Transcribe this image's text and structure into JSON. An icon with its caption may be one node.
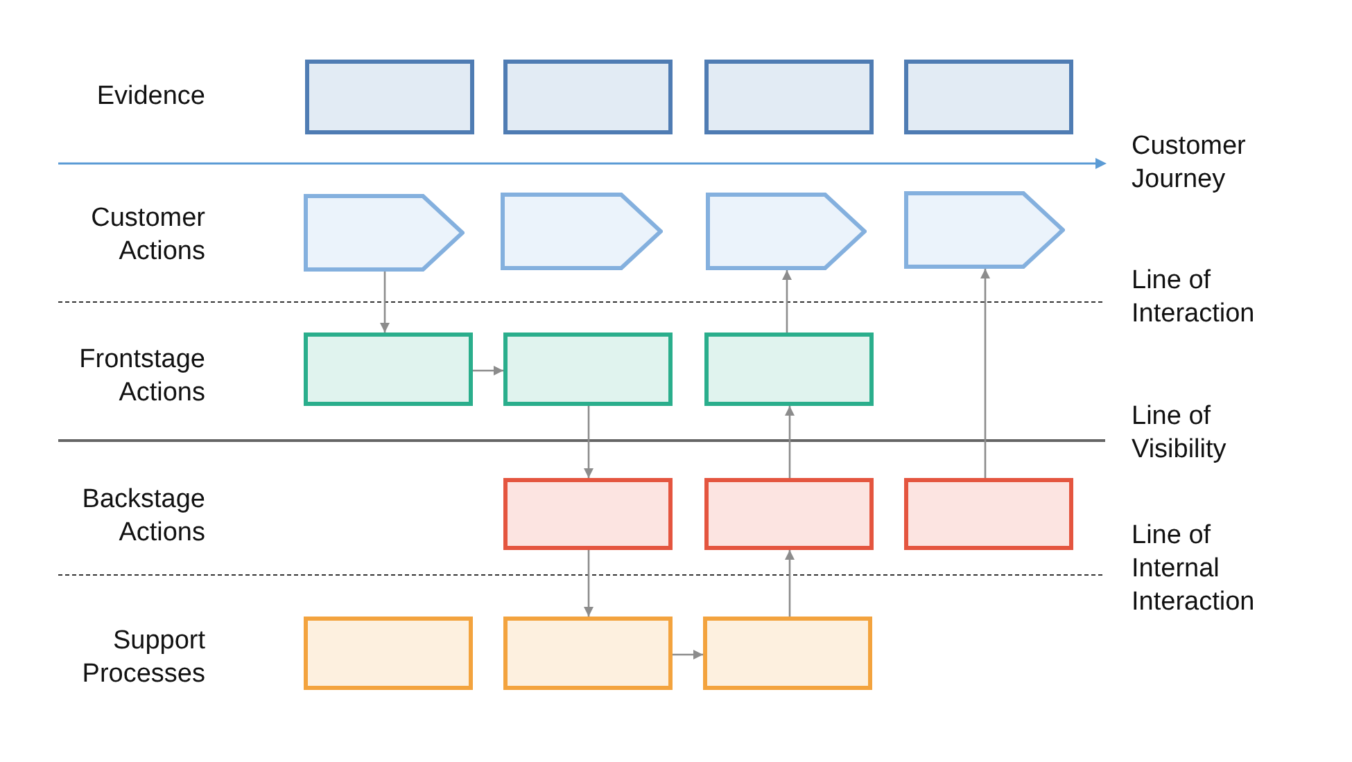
{
  "diagram": {
    "nodes": [
      {
        "text": [],
        "shape": "box"
      },
      {
        "text": [],
        "shape": "box"
      },
      {
        "text": [],
        "shape": "box"
      },
      {
        "text": [],
        "shape": "box"
      },
      {
        "text": [],
        "shape": "pentagon"
      },
      {
        "text": [],
        "shape": "pentagon"
      },
      {
        "text": [],
        "shape": "pentagon"
      },
      {
        "text": [],
        "shape": "pentagon"
      },
      {
        "text": [],
        "shape": "box"
      },
      {
        "text": [],
        "shape": "box"
      },
      {
        "text": [],
        "shape": "box"
      },
      {
        "text": [],
        "shape": "box"
      },
      {
        "text": [],
        "shape": "box"
      },
      {
        "text": [],
        "shape": "box"
      },
      {
        "text": [],
        "shape": "box"
      },
      {
        "text": [],
        "shape": "box"
      },
      {
        "text": [],
        "shape": "box"
      }
    ],
    "edges": [
      {
        "from": 4,
        "to": 8,
        "arrow": "to"
      },
      {
        "from": 8,
        "to": 9,
        "arrow": "to"
      },
      {
        "from": 9,
        "to": 11,
        "arrow": "to"
      },
      {
        "from": 11,
        "to": 15,
        "arrow": "to"
      },
      {
        "from": 15,
        "to": 16,
        "arrow": "to"
      },
      {
        "from": 16,
        "to": 12,
        "arrow": "to"
      },
      {
        "from": 12,
        "to": 10,
        "arrow": "to"
      },
      {
        "from": 10,
        "to": 6,
        "arrow": "to"
      },
      {
        "from": 13,
        "to": 7,
        "arrow": "to"
      }
    ],
    "labels": [
      "Evidence",
      "Customer Journey",
      "Customer Actions",
      "Line of Interaction",
      "Frontstage Actions",
      "Line of Visibility",
      "Backstage Actions",
      "Line of Internal Interaction",
      "Support Processes"
    ]
  }
}
